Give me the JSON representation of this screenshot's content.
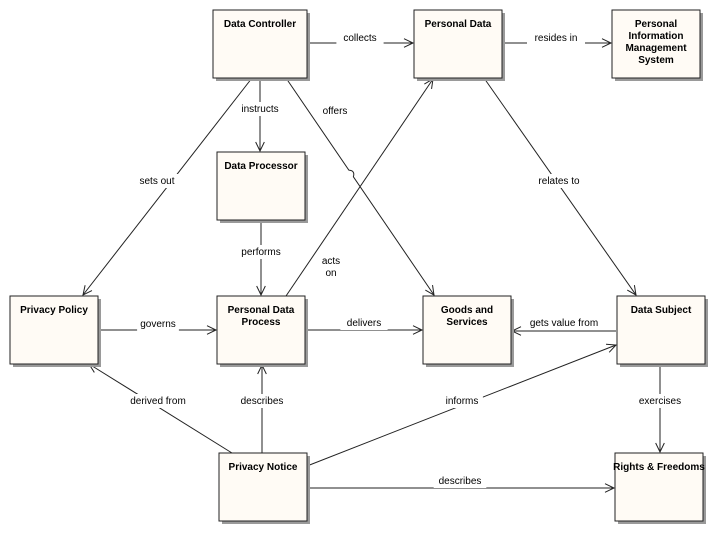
{
  "colors": {
    "box_fill": "#fffbf5",
    "line": "#222222",
    "shadow": "#9a9a9a"
  },
  "nodes": {
    "data_controller": {
      "lines": [
        "Data Controller"
      ]
    },
    "personal_data": {
      "lines": [
        "Personal Data"
      ]
    },
    "pims": {
      "lines": [
        "Personal",
        "Information",
        "Management",
        "System"
      ]
    },
    "data_processor": {
      "lines": [
        "Data Processor"
      ]
    },
    "privacy_policy": {
      "lines": [
        "Privacy Policy"
      ]
    },
    "personal_data_process": {
      "lines": [
        "Personal Data",
        "Process"
      ]
    },
    "goods_services": {
      "lines": [
        "Goods and",
        "Services"
      ]
    },
    "data_subject": {
      "lines": [
        "Data Subject"
      ]
    },
    "privacy_notice": {
      "lines": [
        "Privacy Notice"
      ]
    },
    "rights_freedoms": {
      "lines": [
        "Rights & Freedoms"
      ]
    }
  },
  "edges": [
    {
      "from": "data_controller",
      "to": "personal_data",
      "label": [
        "collects"
      ]
    },
    {
      "from": "personal_data",
      "to": "pims",
      "label": [
        "resides in"
      ]
    },
    {
      "from": "data_controller",
      "to": "data_processor",
      "label": [
        "instructs"
      ]
    },
    {
      "from": "data_controller",
      "to": "goods_services",
      "label": [
        "offers"
      ]
    },
    {
      "from": "data_controller",
      "to": "privacy_policy",
      "label": [
        "sets out"
      ]
    },
    {
      "from": "personal_data",
      "to": "data_subject",
      "label": [
        "relates to"
      ]
    },
    {
      "from": "data_processor",
      "to": "personal_data_process",
      "label": [
        "performs"
      ]
    },
    {
      "from": "personal_data_process",
      "to": "personal_data",
      "label": [
        "acts",
        "on"
      ]
    },
    {
      "from": "privacy_policy",
      "to": "personal_data_process",
      "label": [
        "governs"
      ]
    },
    {
      "from": "personal_data_process",
      "to": "goods_services",
      "label": [
        "delivers"
      ]
    },
    {
      "from": "data_subject",
      "to": "goods_services",
      "label": [
        "gets value from"
      ]
    },
    {
      "from": "privacy_notice",
      "to": "privacy_policy",
      "label": [
        "derived from"
      ]
    },
    {
      "from": "privacy_notice",
      "to": "personal_data_process",
      "label": [
        "describes"
      ]
    },
    {
      "from": "privacy_notice",
      "to": "data_subject",
      "label": [
        "informs"
      ]
    },
    {
      "from": "data_subject",
      "to": "rights_freedoms",
      "label": [
        "exercises"
      ]
    },
    {
      "from": "privacy_notice",
      "to": "rights_freedoms",
      "label": [
        "describes"
      ]
    }
  ]
}
